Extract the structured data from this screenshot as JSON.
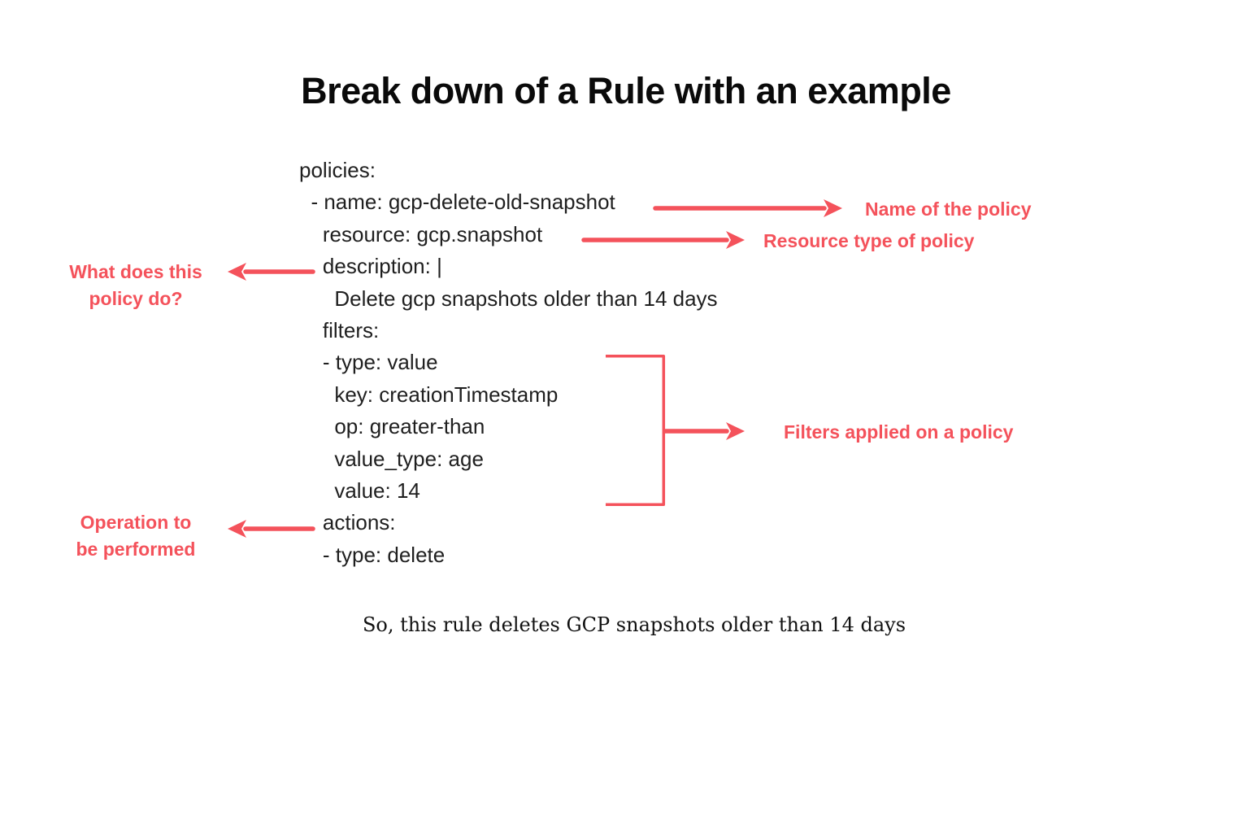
{
  "colors": {
    "accent": "#F4525B",
    "code_text": "#1F1F1F",
    "title_text": "#0A0A0A"
  },
  "title": "Break down of a Rule with an example",
  "code": {
    "lines": [
      "policies:",
      "  - name: gcp-delete-old-snapshot",
      "    resource: gcp.snapshot",
      "    description: |",
      "      Delete gcp snapshots older than 14 days",
      "    filters:",
      "    - type: value",
      "      key: creationTimestamp",
      "      op: greater-than",
      "      value_type: age",
      "      value: 14",
      "    actions:",
      "    - type: delete"
    ]
  },
  "annotations": {
    "name_label": "Name of the policy",
    "resource_label": "Resource type of policy",
    "description_label": [
      "What does this",
      "policy do?"
    ],
    "filters_label": "Filters applied on a policy",
    "actions_label": [
      "Operation to",
      "be performed"
    ]
  },
  "conclusion": "So, this rule deletes GCP snapshots older than 14 days"
}
